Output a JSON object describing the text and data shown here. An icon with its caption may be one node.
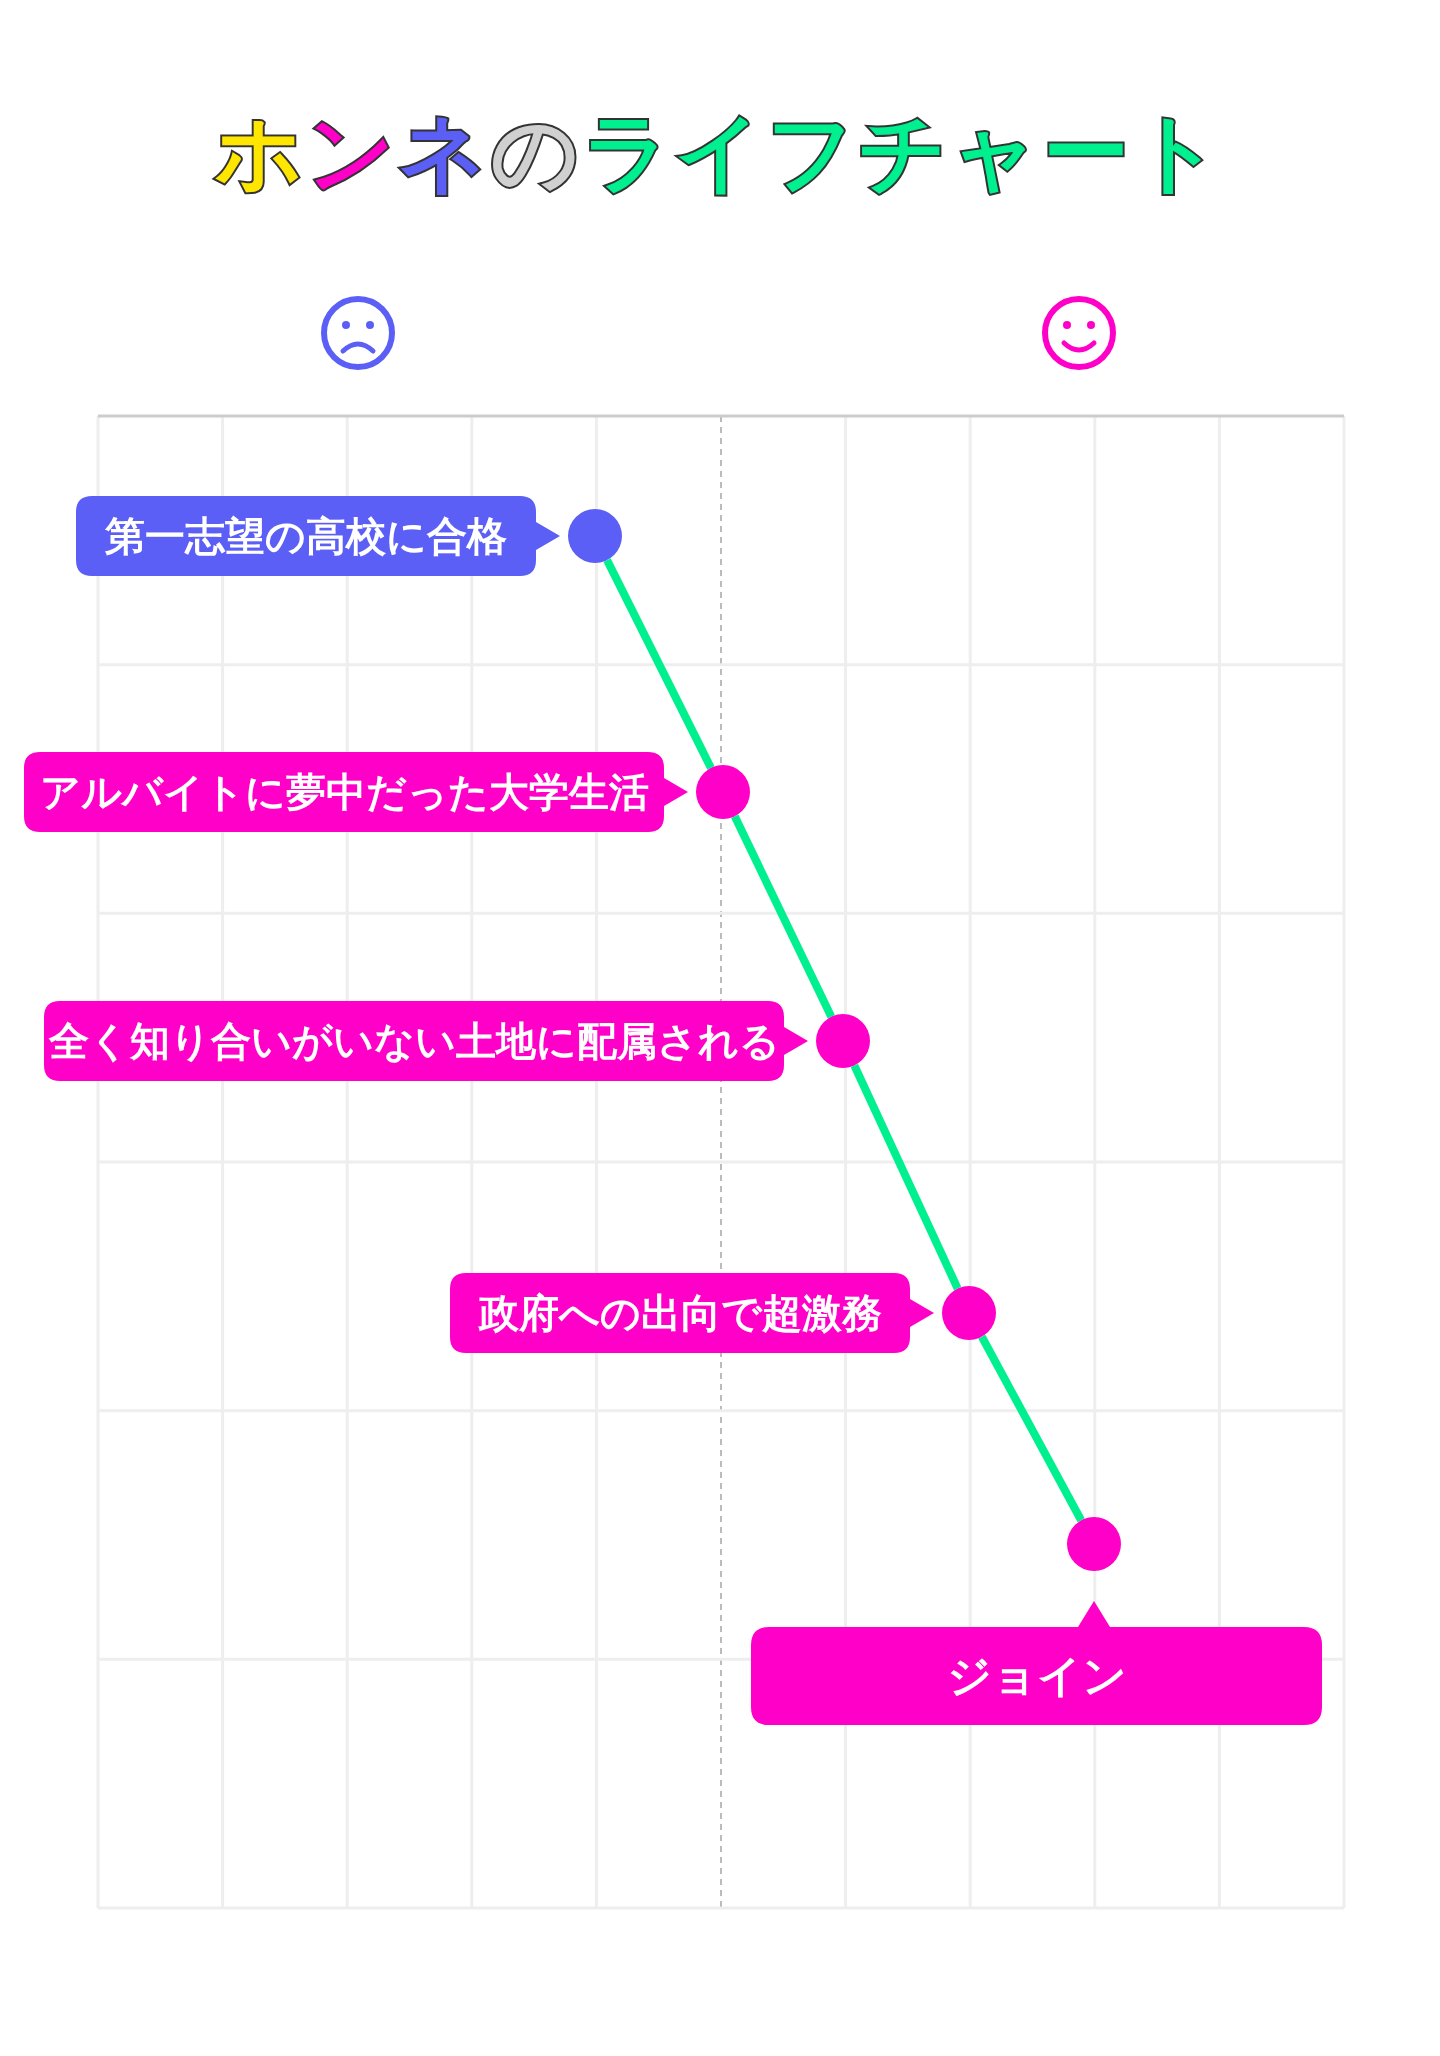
{
  "diagram": {
    "title": "ホンネのライフチャート",
    "nodes": [
      {
        "text": [],
        "shape": "circle"
      },
      {
        "text": [
          "第一志望の高校に合格"
        ]
      },
      {
        "text": [],
        "shape": "circle"
      },
      {
        "text": [
          "アルバイトに夢中だった大学生活"
        ]
      },
      {
        "text": [],
        "shape": "circle"
      },
      {
        "text": [
          "全く知り合いがいない土地に配属される"
        ]
      },
      {
        "text": [],
        "shape": "circle"
      },
      {
        "text": [
          "政府への出向で超激務"
        ]
      },
      {
        "text": [],
        "shape": "circle"
      },
      {
        "text": [
          "ジョイン"
        ]
      }
    ],
    "edges": [
      {
        "from": 0,
        "to": 2,
        "arrow": "none"
      },
      {
        "from": 2,
        "to": 4,
        "arrow": "none"
      },
      {
        "from": 4,
        "to": 6,
        "arrow": "none"
      },
      {
        "from": 6,
        "to": 8,
        "arrow": "none"
      }
    ]
  }
}
